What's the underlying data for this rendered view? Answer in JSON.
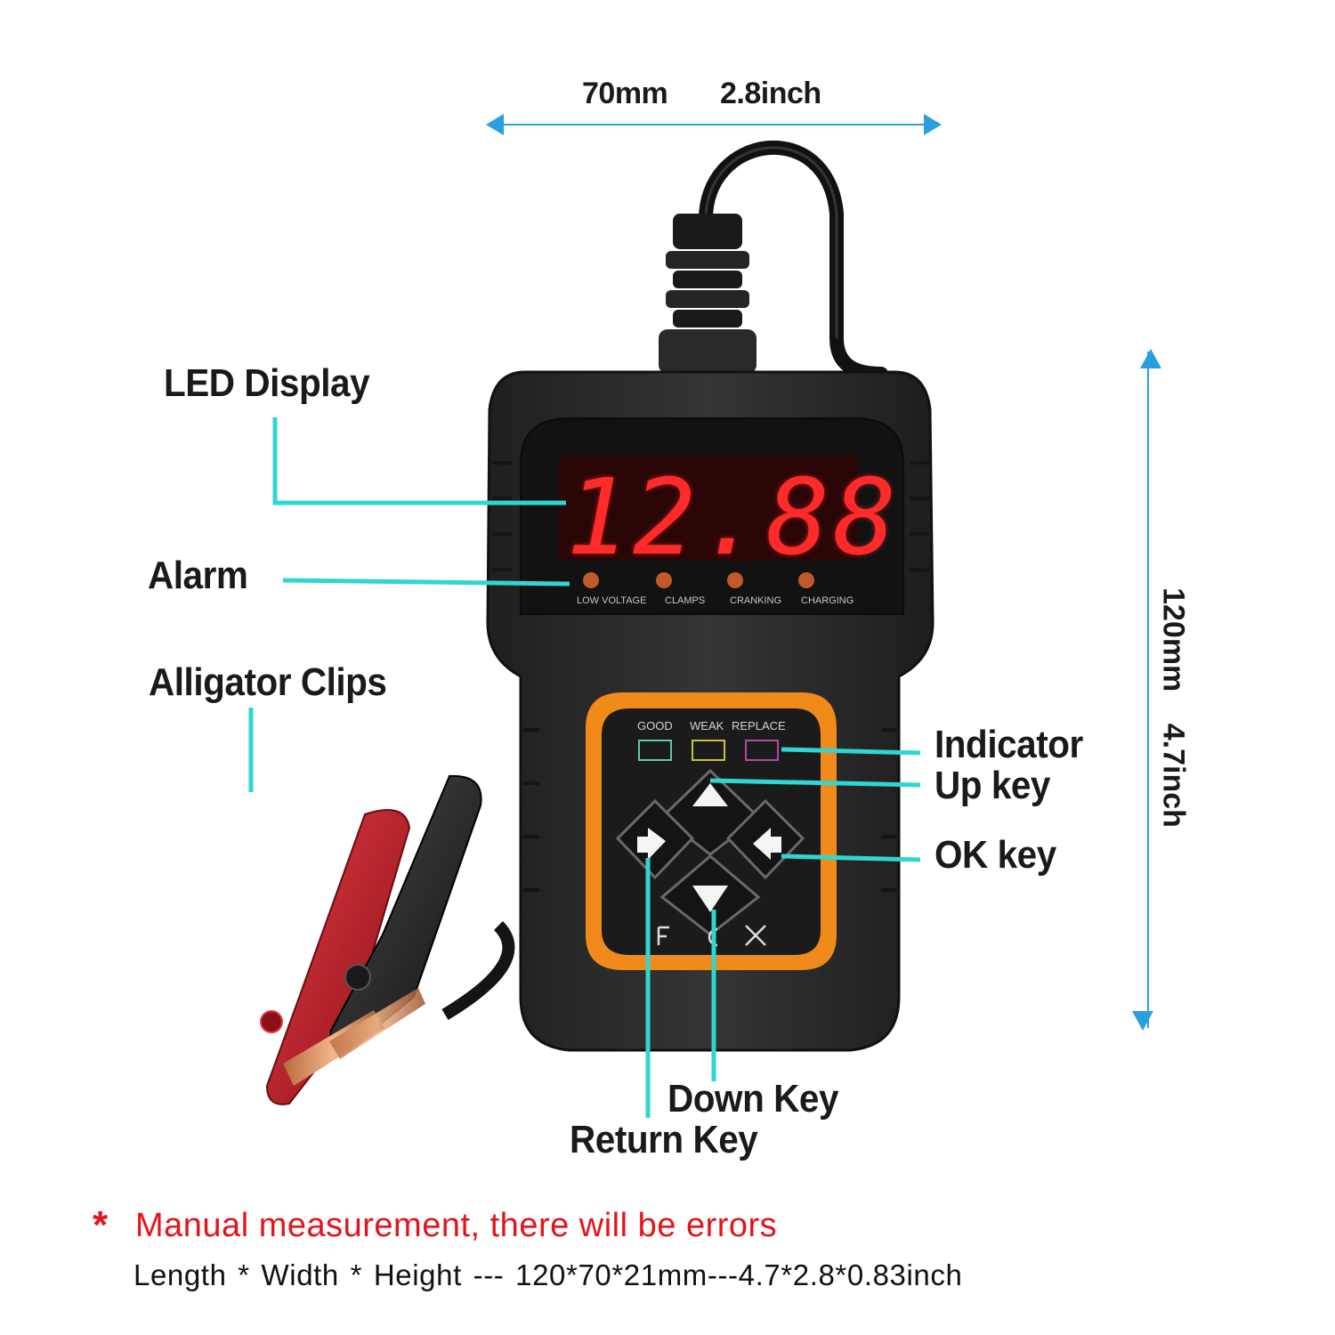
{
  "dimensions": {
    "width_mm": "70mm",
    "width_inch": "2.8inch",
    "height_mm": "120mm",
    "height_inch": "4.7inch"
  },
  "display": {
    "reading": "12.88"
  },
  "alarm_labels": [
    "LOW VOLTAGE",
    "CLAMPS",
    "CRANKING",
    "CHARGING"
  ],
  "indicator_labels": [
    "GOOD",
    "WEAK",
    "REPLACE"
  ],
  "callouts": {
    "led_display": "LED Display",
    "alarm": "Alarm",
    "alligator_clips": "Alligator Clips",
    "indicator": "Indicator",
    "up_key": "Up key",
    "ok_key": "OK key",
    "down_key": "Down Key",
    "return_key": "Return Key"
  },
  "note": {
    "star": "*",
    "text": "Manual measurement, there will be errors",
    "sub": "Length * Width * Height  --- 120*70*21mm---4.7*2.8*0.83inch"
  },
  "colors": {
    "callout_line": "#2fd6d2",
    "dimension_arrow": "#2a9fe0",
    "led_red": "#ff2a2a",
    "device_body": "#2e2e2e",
    "keypad_frame": "#f08a1a",
    "clip_red": "#c4212c",
    "note_red": "#e3141b"
  }
}
